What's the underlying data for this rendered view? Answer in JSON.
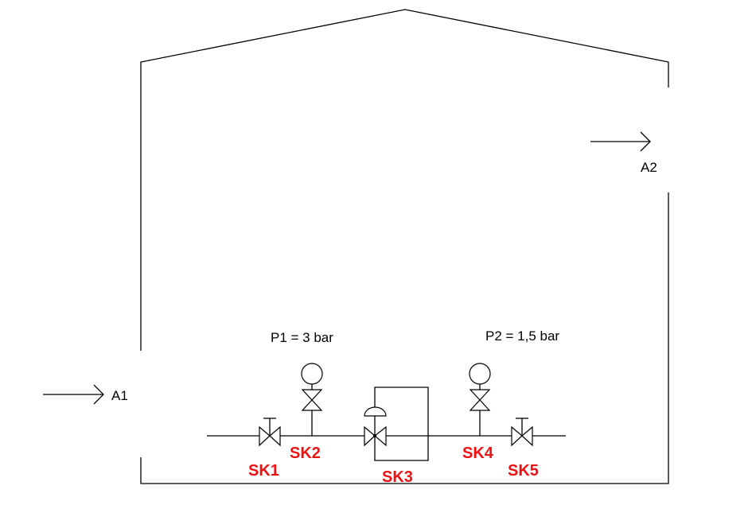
{
  "labels": {
    "inlet": "A1",
    "outlet": "A2",
    "p1": "P1 = 3 bar",
    "p2": "P2 = 1,5 bar",
    "sk1": "SK1",
    "sk2": "SK2",
    "sk3": "SK3",
    "sk4": "SK4",
    "sk5": "SK5"
  },
  "colors": {
    "valve_label": "#ee1111",
    "line": "#000000"
  }
}
